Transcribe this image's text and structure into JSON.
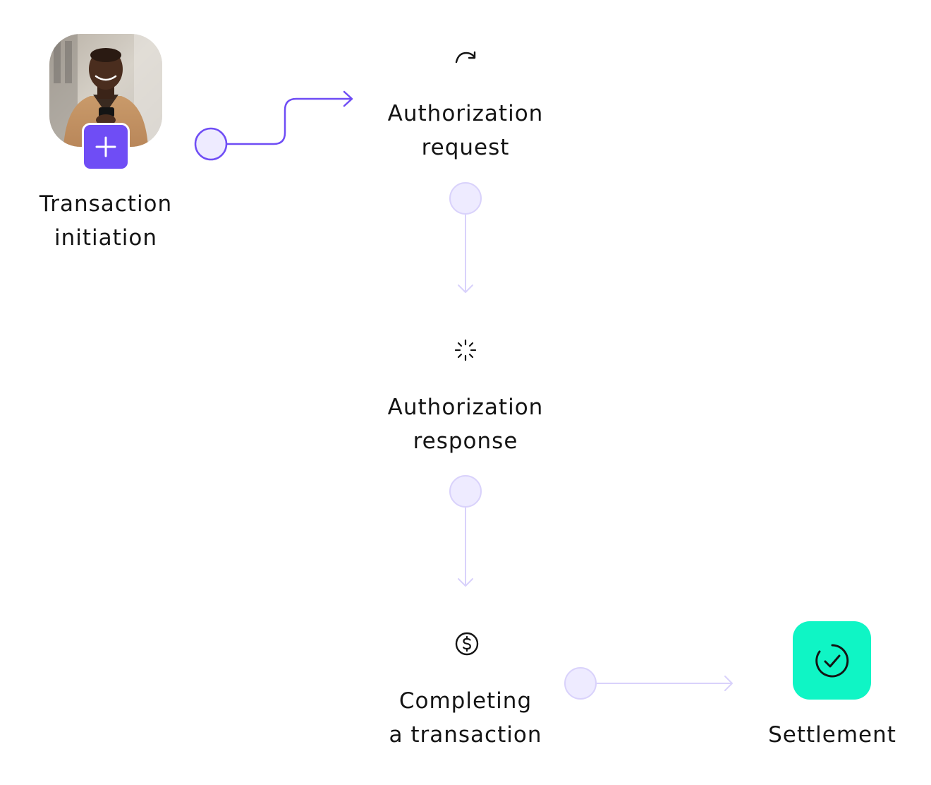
{
  "steps": {
    "initiation": {
      "line1": "Transaction",
      "line2": "initiation",
      "icon": "plus-icon"
    },
    "auth_request": {
      "line1": "Authorization",
      "line2": "request",
      "icon": "redo-arrow-icon"
    },
    "auth_response": {
      "line1": "Authorization",
      "line2": "response",
      "icon": "loading-spinner-icon"
    },
    "completing": {
      "line1": "Completing",
      "line2": "a transaction",
      "icon": "dollar-circle-icon"
    },
    "settlement": {
      "line1": "Settlement",
      "icon": "check-circle-icon"
    }
  },
  "colors": {
    "accent": "#6f4df5",
    "connector_light": "#d9d2fb",
    "node_fill": "#eeebff",
    "settlement_tile": "#0ff5c5",
    "text": "#141414"
  }
}
